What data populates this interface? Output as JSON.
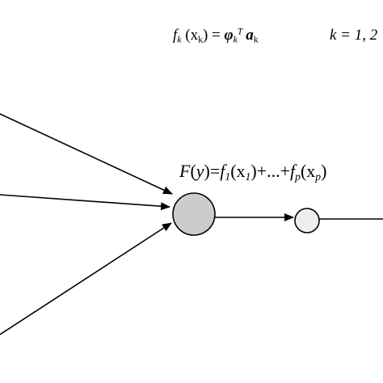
{
  "equation_top": {
    "f": "f",
    "k_sub": "k",
    "arg_open": " (x",
    "arg_sub": "k",
    "arg_close": ") = ",
    "phi": "φ",
    "phi_sub": "k",
    "phi_sup": "T",
    "a": "a",
    "a_sub": "k"
  },
  "equation_k": {
    "text": "k = 1, 2"
  },
  "equation_sum": {
    "F": "F",
    "paren_open": "(",
    "y": "y",
    "eq": ")=",
    "f1": "f",
    "f1_sub": "1",
    "x1_open": "(x",
    "x1_sub": "1",
    "mid": ")+...+",
    "fp": "f",
    "fp_sub": "p",
    "xp_open": "(x",
    "xp_sub": "p",
    "close": ")"
  },
  "colors": {
    "stroke": "#000000",
    "node_main_fill": "#cccccc",
    "node_small_fill": "#eeeeee"
  }
}
